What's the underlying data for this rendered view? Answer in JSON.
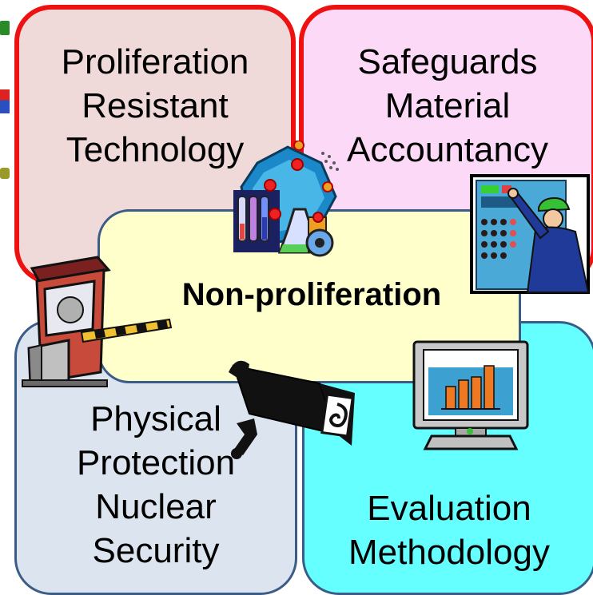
{
  "boxes": {
    "top_left": {
      "lines": [
        "Proliferation",
        "Resistant",
        "Technology"
      ]
    },
    "top_right": {
      "lines": [
        "Safeguards",
        "Material",
        "Accountancy"
      ]
    },
    "bottom_left": {
      "lines": [
        "Physical",
        "Protection",
        "Nuclear",
        "Security"
      ]
    },
    "bottom_right": {
      "lines": [
        "Evaluation",
        "Methodology"
      ]
    }
  },
  "center": {
    "label": "Non-proliferation"
  },
  "icons": [
    "science-lab-icon",
    "control-panel-operator-icon",
    "security-checkpoint-icon",
    "security-camera-icon",
    "computer-monitor-chart-icon"
  ],
  "colors": {
    "top_left_fill": "#f0d9d9",
    "top_right_fill": "#fcd9f7",
    "top_border": "#ee1111",
    "bottom_left_fill": "#dce4ef",
    "bottom_right_fill": "#66ffff",
    "center_fill": "#ffffcc",
    "blue_border": "#3a5c86"
  }
}
